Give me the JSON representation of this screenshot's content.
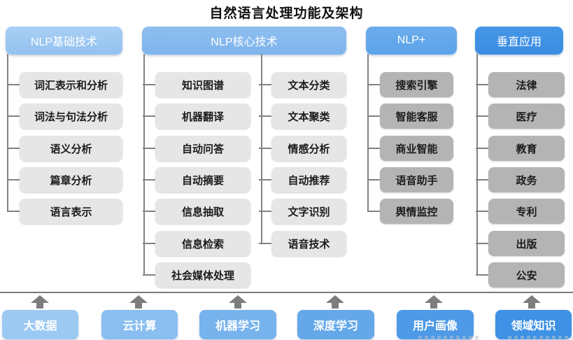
{
  "title": "自然语言处理功能及架构",
  "columns": [
    {
      "header": "NLP基础技术",
      "items": [
        "词汇表示和分析",
        "词法与句法分析",
        "语义分析",
        "篇章分析",
        "语言表示"
      ]
    },
    {
      "header": "NLP核心技术",
      "left": [
        "知识图谱",
        "机器翻译",
        "自动问答",
        "自动摘要",
        "信息抽取",
        "信息检索",
        "社会媒体处理"
      ],
      "right": [
        "文本分类",
        "文本聚类",
        "情感分析",
        "自动推荐",
        "文字识别",
        "语音技术"
      ]
    },
    {
      "header": "NLP+",
      "items": [
        "搜索引擎",
        "智能客服",
        "商业智能",
        "语音助手",
        "舆情监控"
      ]
    },
    {
      "header": "垂直应用",
      "items": [
        "法律",
        "医疗",
        "教育",
        "政务",
        "专利",
        "出版",
        "公安"
      ]
    }
  ],
  "foundation": [
    "大数据",
    "云计算",
    "机器学习",
    "深度学习",
    "用户画像",
    "领域知识"
  ],
  "colors": {
    "header_blues": [
      "#9cc7f1",
      "#85b9ed",
      "#5ba3e9",
      "#3f90e3"
    ],
    "foundation_blues": [
      "#9bc9f2",
      "#8abef0",
      "#77b3ed",
      "#65a8ea",
      "#4e9ae6",
      "#3e91e4"
    ],
    "box_light_gray": "#e6e6e6",
    "box_dark_gray": "#b4b4b4",
    "connector_gray": "#828282",
    "text_white": "#ffffff",
    "text_dark": "#1c1c1c"
  }
}
